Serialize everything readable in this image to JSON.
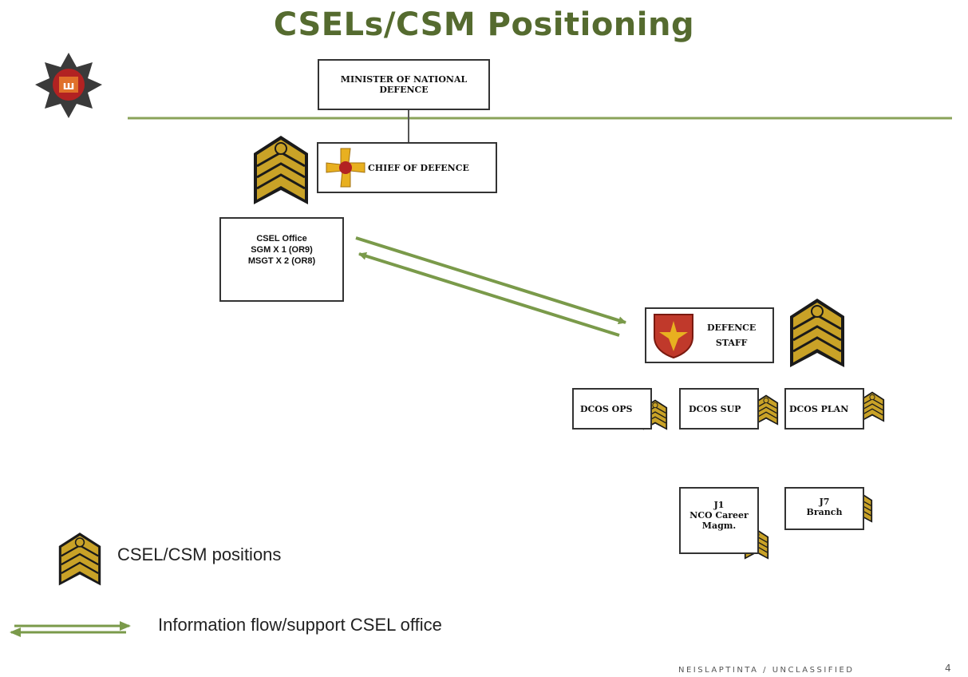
{
  "title": "CSELs/CSM Positioning",
  "nodes": {
    "minister": {
      "line1": "MINISTER OF NATIONAL",
      "line2": "DEFENCE"
    },
    "chod": {
      "label": "CHIEF OF DEFENCE"
    },
    "csel_office": {
      "line1": "CSEL Office",
      "line2": "SGM X 1 (OR9)",
      "line3": "MSGT X 2 (OR8)"
    },
    "defence_staff": {
      "line1": "DEFENCE",
      "line2": "STAFF"
    },
    "dcos_ops": {
      "label": "DCOS OPS"
    },
    "dcos_sup": {
      "label": "DCOS SUP"
    },
    "dcos_plan": {
      "label": "DCOS PLAN"
    },
    "j1": {
      "line1": "J1",
      "line2": "NCO Career",
      "line3": "Magm."
    },
    "j7": {
      "line1": "J7",
      "line2": "Branch"
    }
  },
  "legend": {
    "chevron_label": "CSEL/CSM positions",
    "arrow_label": "Information flow/support CSEL office"
  },
  "footer": {
    "classification": "NEISLAPTINTA / UNCLASSIFIED",
    "page_number": "4"
  },
  "colors": {
    "title": "#556b2f",
    "rule": "#8aa35a",
    "arrow": "#7a9a4a",
    "chevron_gold": "#c9a227",
    "chevron_dark": "#1a1a1a"
  }
}
